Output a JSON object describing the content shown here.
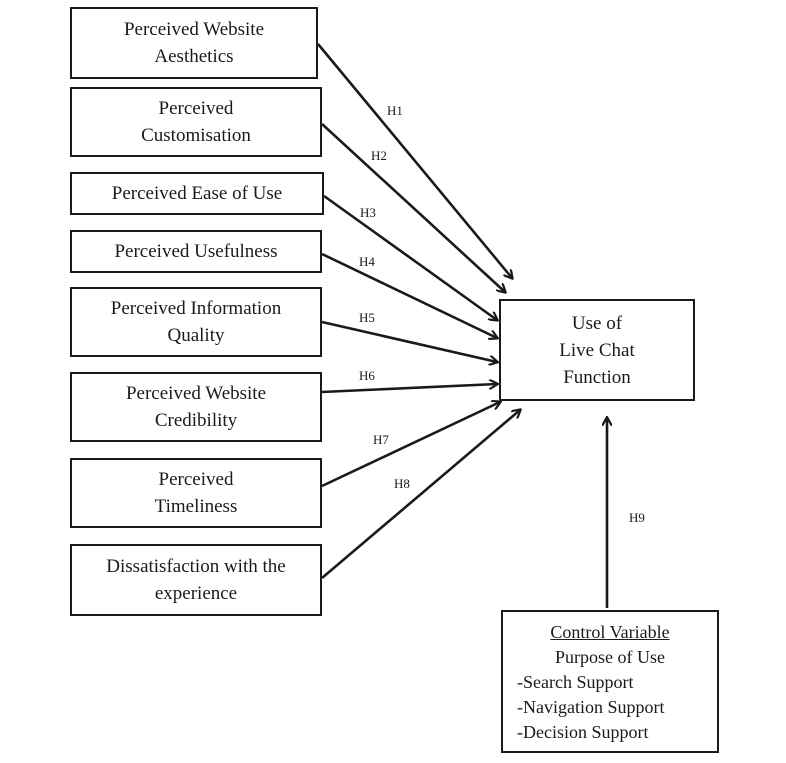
{
  "predictors": [
    {
      "label": "Perceived Website\nAesthetics"
    },
    {
      "label": "Perceived\nCustomisation"
    },
    {
      "label": "Perceived Ease of Use"
    },
    {
      "label": "Perceived Usefulness"
    },
    {
      "label": "Perceived Information\nQuality"
    },
    {
      "label": "Perceived Website\nCredibility"
    },
    {
      "label": "Perceived\nTimeliness"
    },
    {
      "label": "Dissatisfaction with the\nexperience"
    }
  ],
  "outcome": {
    "label": "Use of\nLive Chat\nFunction"
  },
  "control": {
    "title": "Control Variable",
    "subtitle": "Purpose of Use",
    "items": [
      "-Search Support",
      "-Navigation Support",
      "-Decision Support"
    ]
  },
  "hypotheses": [
    "H1",
    "H2",
    "H3",
    "H4",
    "H5",
    "H6",
    "H7",
    "H8",
    "H9"
  ]
}
